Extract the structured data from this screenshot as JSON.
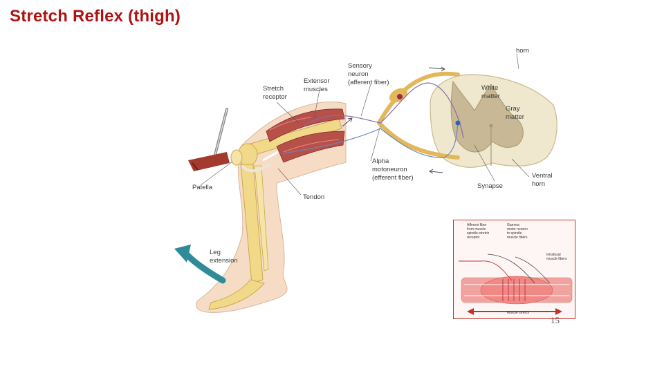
{
  "slide": {
    "title": "Stretch Reflex (thigh)",
    "page_number": "15"
  },
  "diagram": {
    "labels": {
      "horn": "horn",
      "sensory_1": "Sensory",
      "sensory_2": "neuron",
      "sensory_3": "(afferent fiber)",
      "extensor_1": "Extensor",
      "extensor_2": "muscles",
      "stretch_1": "Stretch",
      "stretch_2": "receptor",
      "white_1": "White",
      "white_2": "matter",
      "gray_1": "Gray",
      "gray_2": "matter",
      "alpha_1": "Alpha",
      "alpha_2": "motoneuron",
      "alpha_3": "(efferent fiber)",
      "patella": "Patella",
      "tendon": "Tendon",
      "synapse": "Synapse",
      "ventral_1": "Ventral",
      "ventral_2": "horn",
      "leg_1": "Leg",
      "leg_2": "extension"
    }
  },
  "inset": {
    "labels": {
      "afferent_1": "Afferent fiber",
      "afferent_2": "from muscle",
      "afferent_3": "spindle stretch",
      "afferent_4": "receptor",
      "gamma_1": "Gamma",
      "gamma_2": "motor neuron",
      "gamma_3": "to spindle",
      "gamma_4": "muscle fibers",
      "intrafusal_1": "Intrafusal",
      "intrafusal_2": "muscle fibers",
      "muscle_stretch": "Muscle stretch"
    }
  },
  "colors": {
    "title": "#b01313",
    "muscle": "#b8504a",
    "bone": "#f2d98a",
    "skin": "#f6dcc4",
    "nerve": "#e3b85a",
    "gray_matter": "#c8b896",
    "white_matter": "#efe8cf",
    "arrow": "#2f8a9a",
    "inset_border": "#c0302c"
  }
}
